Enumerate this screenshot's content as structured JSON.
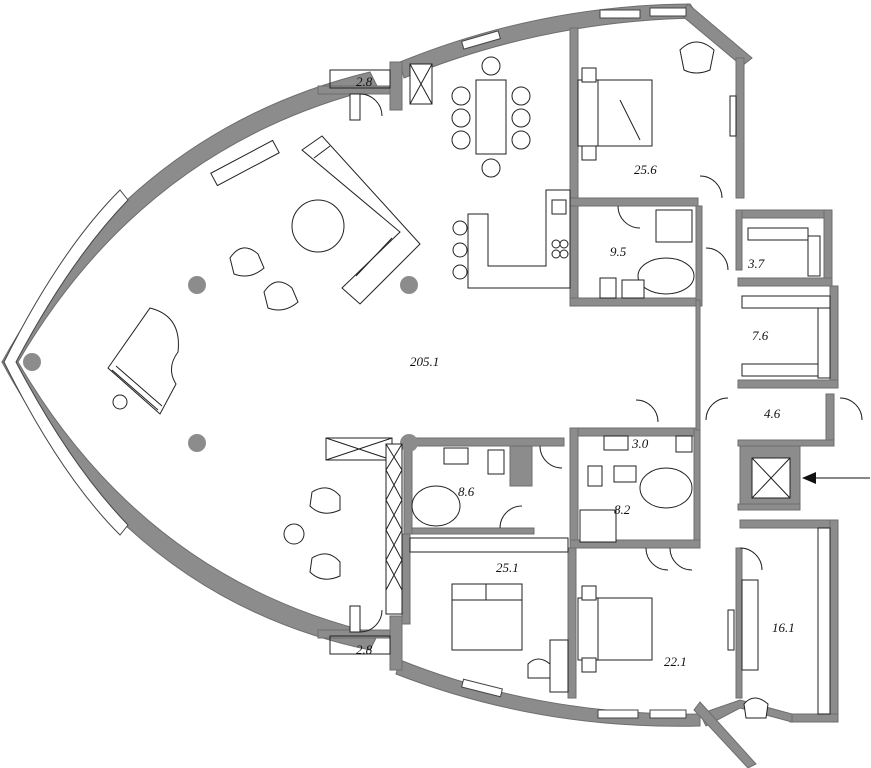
{
  "plan": {
    "rooms": [
      {
        "id": "main-hall",
        "area": "205.1"
      },
      {
        "id": "bedroom-ne",
        "area": "25.6"
      },
      {
        "id": "bath-ne",
        "area": "9.5"
      },
      {
        "id": "closet-e1",
        "area": "3.7"
      },
      {
        "id": "closet-e2",
        "area": "7.6"
      },
      {
        "id": "lobby-e",
        "area": "4.6"
      },
      {
        "id": "wc-center",
        "area": "3.0"
      },
      {
        "id": "bath-center",
        "area": "8.2"
      },
      {
        "id": "bath-sw",
        "area": "8.6"
      },
      {
        "id": "bedroom-s",
        "area": "25.1"
      },
      {
        "id": "bedroom-se",
        "area": "22.1"
      },
      {
        "id": "closet-se",
        "area": "16.1"
      },
      {
        "id": "balcony-n",
        "area": "2.8"
      },
      {
        "id": "balcony-s",
        "area": "2.8"
      }
    ],
    "colors": {
      "wall": "#8c8c8c",
      "line": "#222222",
      "background": "#ffffff"
    },
    "icons": [
      "entrance-arrow-icon",
      "grand-piano-icon",
      "sofa-icon",
      "dining-table-icon",
      "bed-icon",
      "bathtub-icon",
      "toilet-icon",
      "sink-icon",
      "shower-icon",
      "elevator-icon"
    ]
  }
}
